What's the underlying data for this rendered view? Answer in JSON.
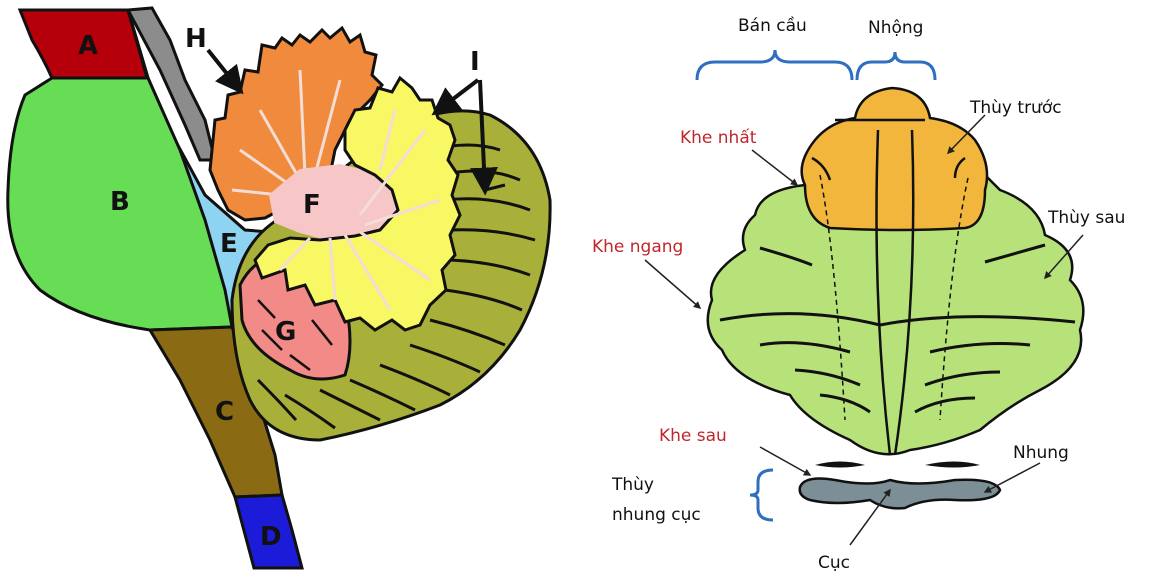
{
  "left_diagram": {
    "letters": {
      "A": "A",
      "B": "B",
      "C": "C",
      "D": "D",
      "E": "E",
      "F": "F",
      "G": "G",
      "H": "H",
      "I": "I"
    },
    "colors": {
      "A": "#b5000c",
      "B": "#66dd55",
      "C": "#8a6a12",
      "D": "#1b1bd8",
      "E": "#8fd3f2",
      "F": "#f7c6c6",
      "G": "#f28a87",
      "H": "#f08a3c",
      "I": "#f8f864",
      "olive": "#a8b03a",
      "gray": "#8c8c8c"
    }
  },
  "right_diagram": {
    "labels": {
      "hemisphere": "Bán cầu",
      "vermis": "Nhộng",
      "anterior_lobe": "Thùy trước",
      "posterior_lobe": "Thùy sau",
      "primary_fissure": "Khe nhất",
      "horizontal_fissure": "Khe ngang",
      "posterolateral_fissure": "Khe sau",
      "flocculus": "Nhung",
      "flocculonodular_line1": "Thùy",
      "flocculonodular_line2": "nhung cục",
      "nodulus": "Cục"
    },
    "colors": {
      "anterior": "#f2b63c",
      "posterior": "#b7e27a",
      "flocculonodular": "#7d8f96",
      "bracket": "#2f6fc0",
      "red_text": "#c0262d"
    }
  }
}
